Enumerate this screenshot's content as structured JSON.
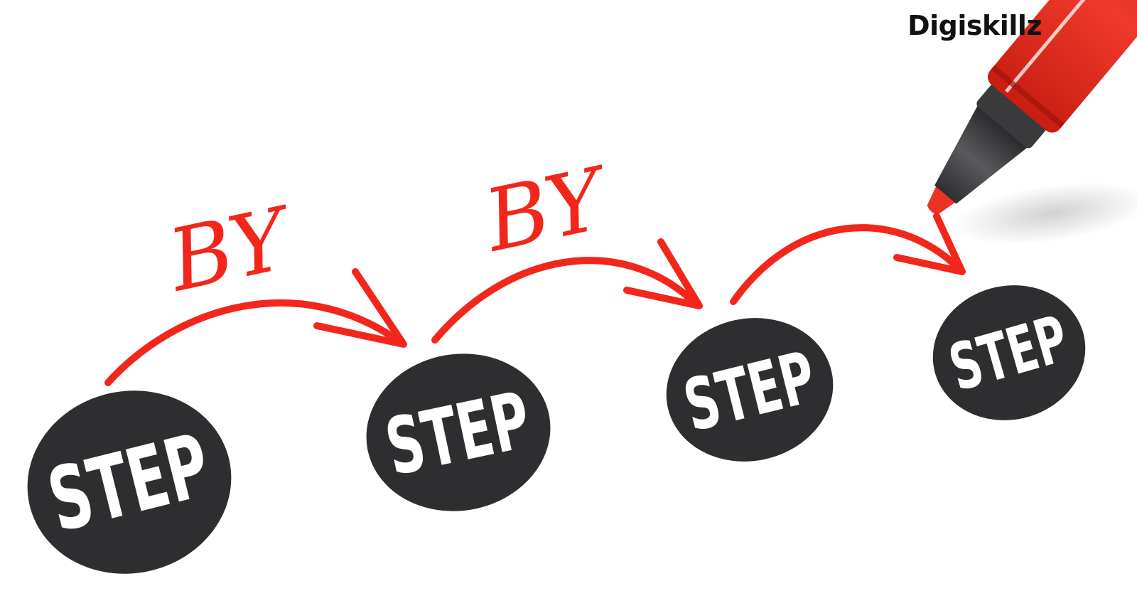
{
  "brand": {
    "name": "Digiskillz"
  },
  "steps": [
    {
      "label": "STEP"
    },
    {
      "label": "STEP"
    },
    {
      "label": "STEP"
    },
    {
      "label": "STEP"
    }
  ],
  "connectors": [
    {
      "label": "BY"
    },
    {
      "label": "BY"
    }
  ],
  "colors": {
    "background": "#ffffff",
    "accent_red": "#f2261b",
    "circle_dark": "#2e2e30",
    "text_light": "#ffffff",
    "brand_text": "#111111"
  },
  "icons": {
    "pen": "red-marker-pen-icon"
  }
}
